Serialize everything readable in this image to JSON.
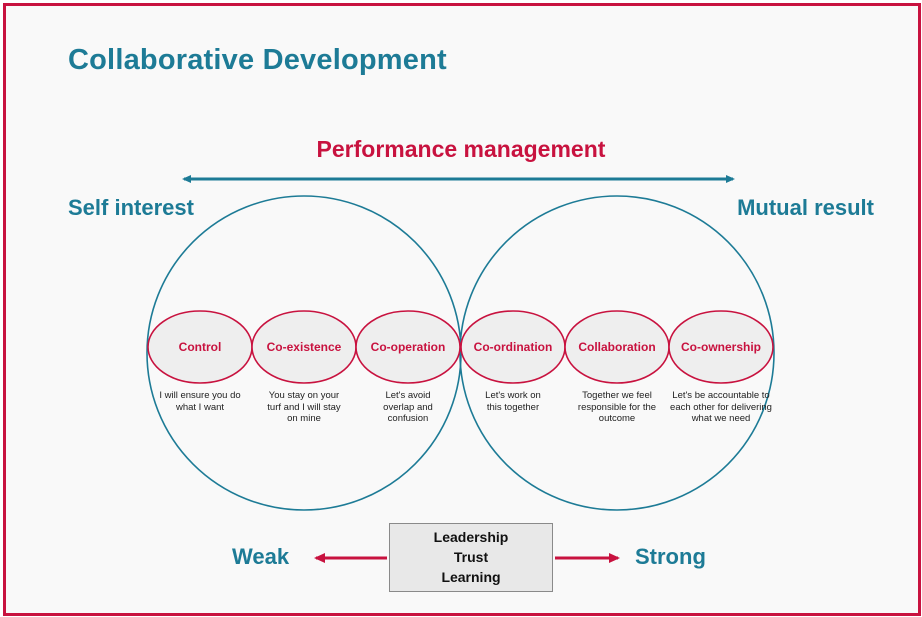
{
  "title": "Collaborative Development",
  "performance_label": "Performance management",
  "left_label": "Self interest",
  "right_label": "Mutual result",
  "stages": [
    {
      "name": "Control",
      "desc": "I will ensure you do what I want"
    },
    {
      "name": "Co-existence",
      "desc": "You stay on your turf and I will stay on mine"
    },
    {
      "name": "Co-operation",
      "desc": "Let's avoid overlap and confusion"
    },
    {
      "name": "Co-ordination",
      "desc": "Let's work on this together"
    },
    {
      "name": "Collaboration",
      "desc": "Together we feel responsible for the outcome"
    },
    {
      "name": "Co-ownership",
      "desc": "Let's be accountable to each other for delivering what we need"
    }
  ],
  "center_box": {
    "line1": "Leadership",
    "line2": "Trust",
    "line3": "Learning"
  },
  "weak_label": "Weak",
  "strong_label": "Strong",
  "colors": {
    "teal": "#1d7b96",
    "crimson": "#c8123f",
    "oval_fill": "#eeeeee",
    "box_fill": "#e8e8e8"
  }
}
